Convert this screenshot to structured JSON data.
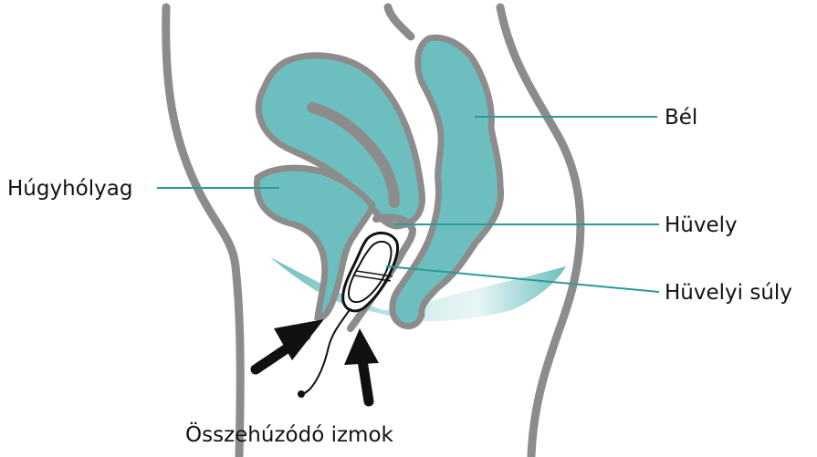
{
  "labels": {
    "bowel": "Bél",
    "bladder": "Húgyhólyag",
    "vagina": "Hüvely",
    "vaginal_weight": "Hüvelyi súly",
    "muscles": "Összehúzódó izmok"
  },
  "colors": {
    "organ_fill": "#6dbfbf",
    "leader_line": "#2a9a9a",
    "body_outline": "#8c8c8c",
    "arrow": "#111111"
  }
}
